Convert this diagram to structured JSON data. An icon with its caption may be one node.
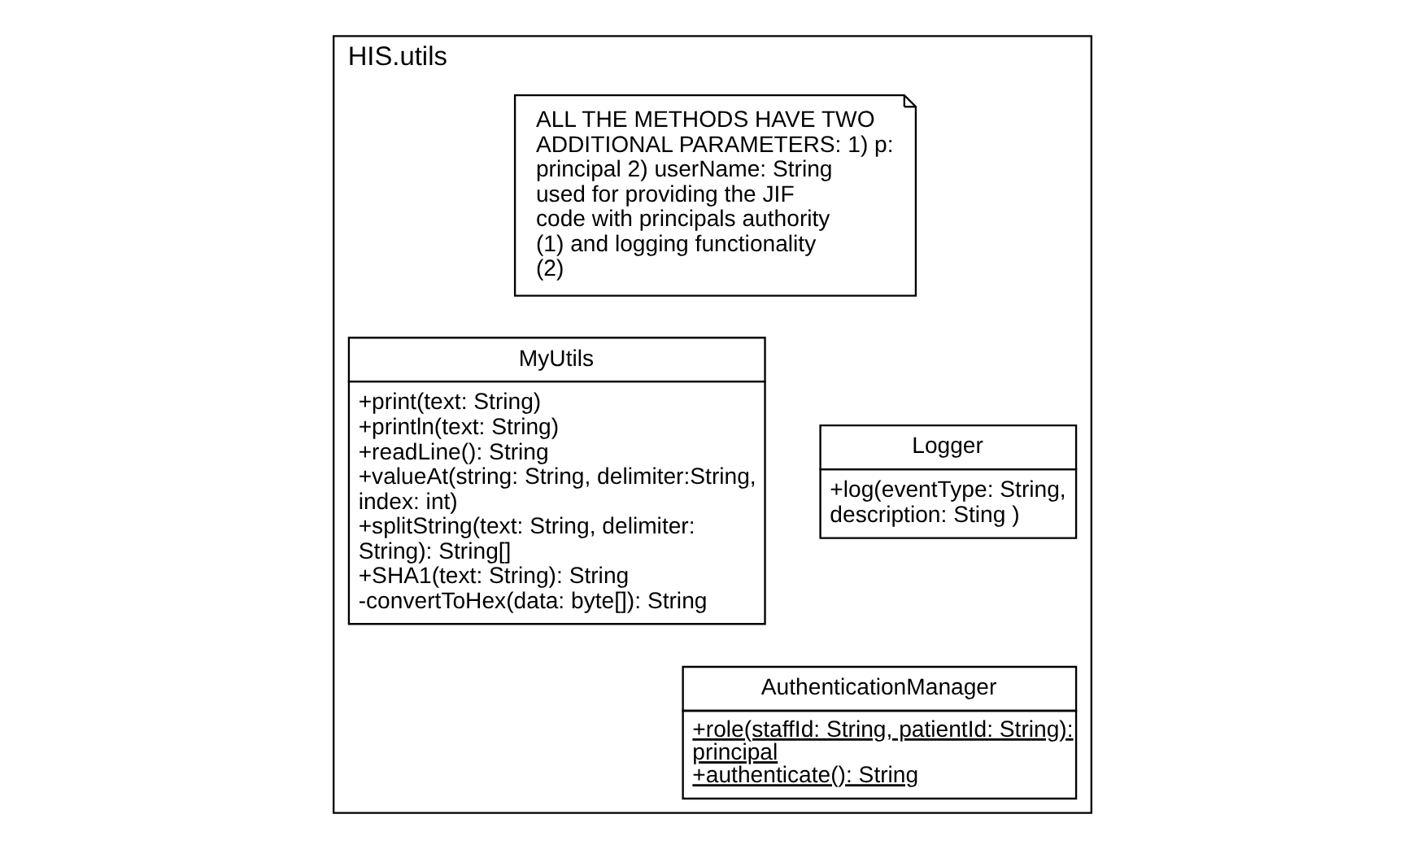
{
  "diagram": {
    "nodes": [
      {
        "text": [
          "HIS.utils"
        ]
      },
      {
        "text": [
          "ALL THE METHODS HAVE TWO ADDITIONAL PARAMETERS: 1) p: principal 2) userName: String used for providing the JIF code with principals authority (1) and logging functionality (2)"
        ],
        "in": 0
      },
      {
        "text": [
          "MyUtils",
          "+print(text: String)",
          "+println(text: String)",
          "+readLine(): String",
          "+valueAt(string: String, delimiter:String, index: int)",
          "+splitString(text: String, delimiter: String): String[]",
          "+SHA1(text: String): String",
          "-convertToHex(data: byte[]): String"
        ],
        "in": 0
      },
      {
        "text": [
          "Logger",
          "+log(eventType: String, description: Sting )"
        ],
        "in": 0
      },
      {
        "text": [
          "AuthenticationManager",
          "+role(staffId: String, patientId: String): principal",
          "+authenticate(): String"
        ],
        "in": 0
      }
    ],
    "edges": []
  }
}
